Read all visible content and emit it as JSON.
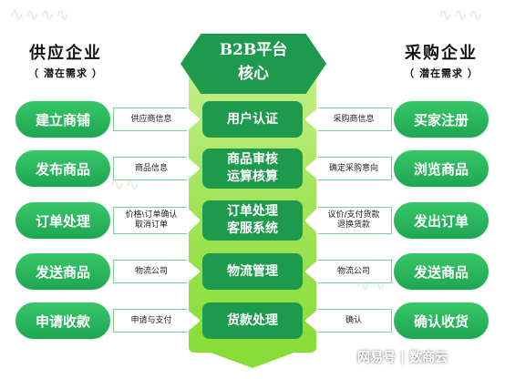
{
  "left": {
    "title": "供应企业",
    "subtitle": "（ 潜在需求 ）",
    "steps": [
      "建立商铺",
      "发布商品",
      "订单处理",
      "发送商品",
      "申请收款"
    ],
    "arrows": [
      {
        "line1": "供应商信息",
        "line2": ""
      },
      {
        "line1": "商品信息",
        "line2": ""
      },
      {
        "line1": "价格\\订单确认",
        "line2": "取消订单"
      },
      {
        "line1": "物流公司",
        "line2": ""
      },
      {
        "line1": "申请与支付",
        "line2": ""
      }
    ]
  },
  "center": {
    "title_line1": "B2B平台",
    "title_line2": "核心",
    "steps": [
      {
        "line1": "用户认证",
        "line2": ""
      },
      {
        "line1": "商品审核",
        "line2": "运算核算"
      },
      {
        "line1": "订单处理",
        "line2": "客服系统"
      },
      {
        "line1": "物流管理",
        "line2": ""
      },
      {
        "line1": "货款处理",
        "line2": ""
      }
    ]
  },
  "right": {
    "title": "采购企业",
    "subtitle": "（ 潜在需求 ）",
    "steps": [
      "买家注册",
      "浏览商品",
      "发出订单",
      "发送商品",
      "确认收货"
    ],
    "arrows": [
      {
        "line1": "采购商信息",
        "line2": ""
      },
      {
        "line1": "确定采购意向",
        "line2": ""
      },
      {
        "line1": "议价/支付货款",
        "line2": "退换货款"
      },
      {
        "line1": "物流公司",
        "line2": ""
      },
      {
        "line1": "确认",
        "line2": ""
      }
    ]
  },
  "footer": {
    "brand": "网易号",
    "separator": "|",
    "author": "数商云"
  },
  "colors": {
    "pill_green": "#1ea652",
    "center_dark_green": "#1e9a4d",
    "center_light_green": "#a4e55c"
  }
}
